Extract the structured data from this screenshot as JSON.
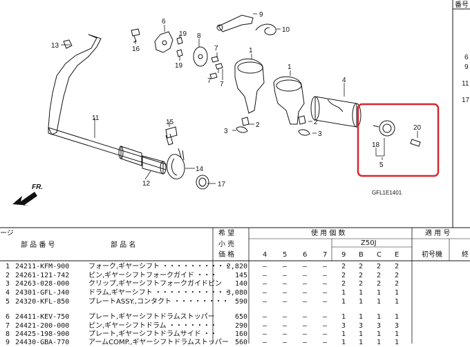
{
  "diagram": {
    "code": "GFL1E1401",
    "fr_label": "FR.",
    "callouts": [
      "1",
      "1",
      "2",
      "2",
      "3",
      "3",
      "4",
      "5",
      "6",
      "7",
      "7",
      "7",
      "8",
      "9",
      "10",
      "11",
      "12",
      "13",
      "14",
      "15",
      "16",
      "17",
      "18",
      "19",
      "19",
      "20"
    ]
  },
  "right_header": {
    "label": "番号",
    "nums": [
      "6",
      "9",
      "11",
      "17"
    ]
  },
  "table": {
    "headers": {
      "qty_title": "使 用 個 数",
      "app_title": "適 用 号",
      "ref": "ージ",
      "part_no": "部 品 番 号",
      "part_name": "部 品 名",
      "price1": "希 望",
      "price2": "小 売",
      "price3": "価 格",
      "model": "Z50J",
      "cols": [
        "4",
        "5",
        "6",
        "7",
        "9",
        "B",
        "C",
        "E"
      ],
      "first_no": "初号機",
      "last_no": "終"
    },
    "rows": [
      {
        "ref": "1",
        "part": "24211-KFM-900",
        "name": "フォーク,ギヤーシフト ・・・・・・・・・・",
        "price": "2,820",
        "qty": [
          "—",
          "—",
          "—",
          "—",
          "2",
          "2",
          "2",
          "2"
        ]
      },
      {
        "ref": "2",
        "part": "24261-121-742",
        "name": "ピン,ギヤーシフトフォークガイド ・・・",
        "price": "145",
        "qty": [
          "—",
          "—",
          "—",
          "—",
          "2",
          "2",
          "2",
          "2"
        ]
      },
      {
        "ref": "3",
        "part": "24263-028-000",
        "name": "クリップ,ギヤーシフトフォークガイドピン",
        "price": "140",
        "qty": [
          "—",
          "—",
          "—",
          "—",
          "2",
          "2",
          "2",
          "2"
        ]
      },
      {
        "ref": "4",
        "part": "24301-GFL-J40",
        "name": "ドラム,ギヤーシフト ・・・・・・・・・・・",
        "price": "3,080",
        "qty": [
          "—",
          "—",
          "—",
          "—",
          "1",
          "1",
          "1",
          "1"
        ]
      },
      {
        "ref": "5",
        "part": "24320-KFL-850",
        "name": "プレートASSY.,コンタクト ・・・・・・・・",
        "price": "590",
        "qty": [
          "—",
          "—",
          "—",
          "—",
          "1",
          "1",
          "1",
          "1"
        ]
      },
      {
        "ref": "6",
        "part": "24411-KEV-750",
        "name": "プレート,ギヤーシフトドラムストッパー",
        "price": "650",
        "qty": [
          "—",
          "—",
          "—",
          "—",
          "1",
          "1",
          "1",
          "1"
        ]
      },
      {
        "ref": "7",
        "part": "24421-200-000",
        "name": "ピン,ギヤーシフトドラム ・・・・・・・",
        "price": "290",
        "qty": [
          "—",
          "—",
          "—",
          "—",
          "3",
          "3",
          "3",
          "3"
        ]
      },
      {
        "ref": "8",
        "part": "24425-198-900",
        "name": "プレート,ギヤーシフトドラムサイド ・・",
        "price": "160",
        "qty": [
          "—",
          "—",
          "—",
          "—",
          "1",
          "1",
          "1",
          "1"
        ]
      },
      {
        "ref": "9",
        "part": "24430-GBA-770",
        "name": "アームCOMP.,ギヤーシフトドラムストッパー",
        "price": "560",
        "qty": [
          "—",
          "—",
          "—",
          "—",
          "1",
          "1",
          "1",
          "1"
        ]
      }
    ]
  }
}
